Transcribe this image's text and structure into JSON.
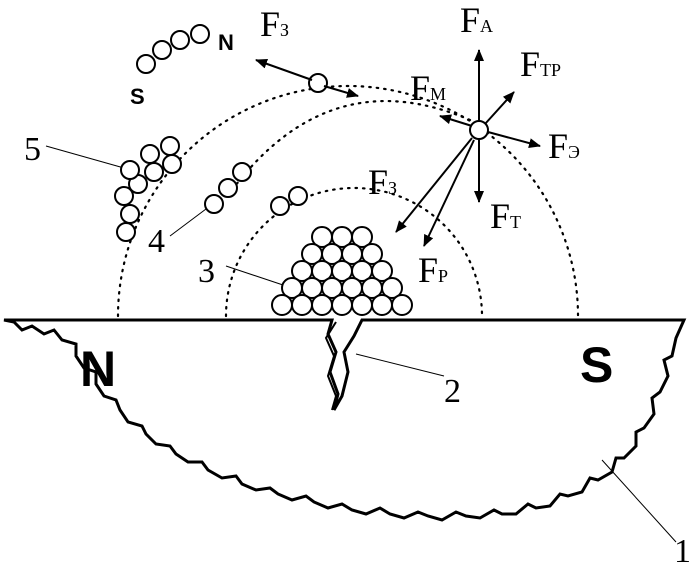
{
  "poles": {
    "magnet_north": "N",
    "magnet_south": "S",
    "chain_north": "N",
    "chain_south": "S"
  },
  "labels": {
    "n1": "1",
    "n2": "2",
    "n3": "3",
    "n4": "4",
    "n5": "5"
  },
  "forces": {
    "fa": {
      "main": "F",
      "sub": "А"
    },
    "ftr": {
      "main": "F",
      "sub": "ТР"
    },
    "fm": {
      "main": "F",
      "sub": "М"
    },
    "fe": {
      "main": "F",
      "sub": "Э"
    },
    "ft": {
      "main": "F",
      "sub": "Т"
    },
    "fr": {
      "main": "F",
      "sub": "Р"
    },
    "fz_top": {
      "main": "F",
      "sub": "З"
    },
    "fz_mid": {
      "main": "F",
      "sub": "З"
    }
  }
}
